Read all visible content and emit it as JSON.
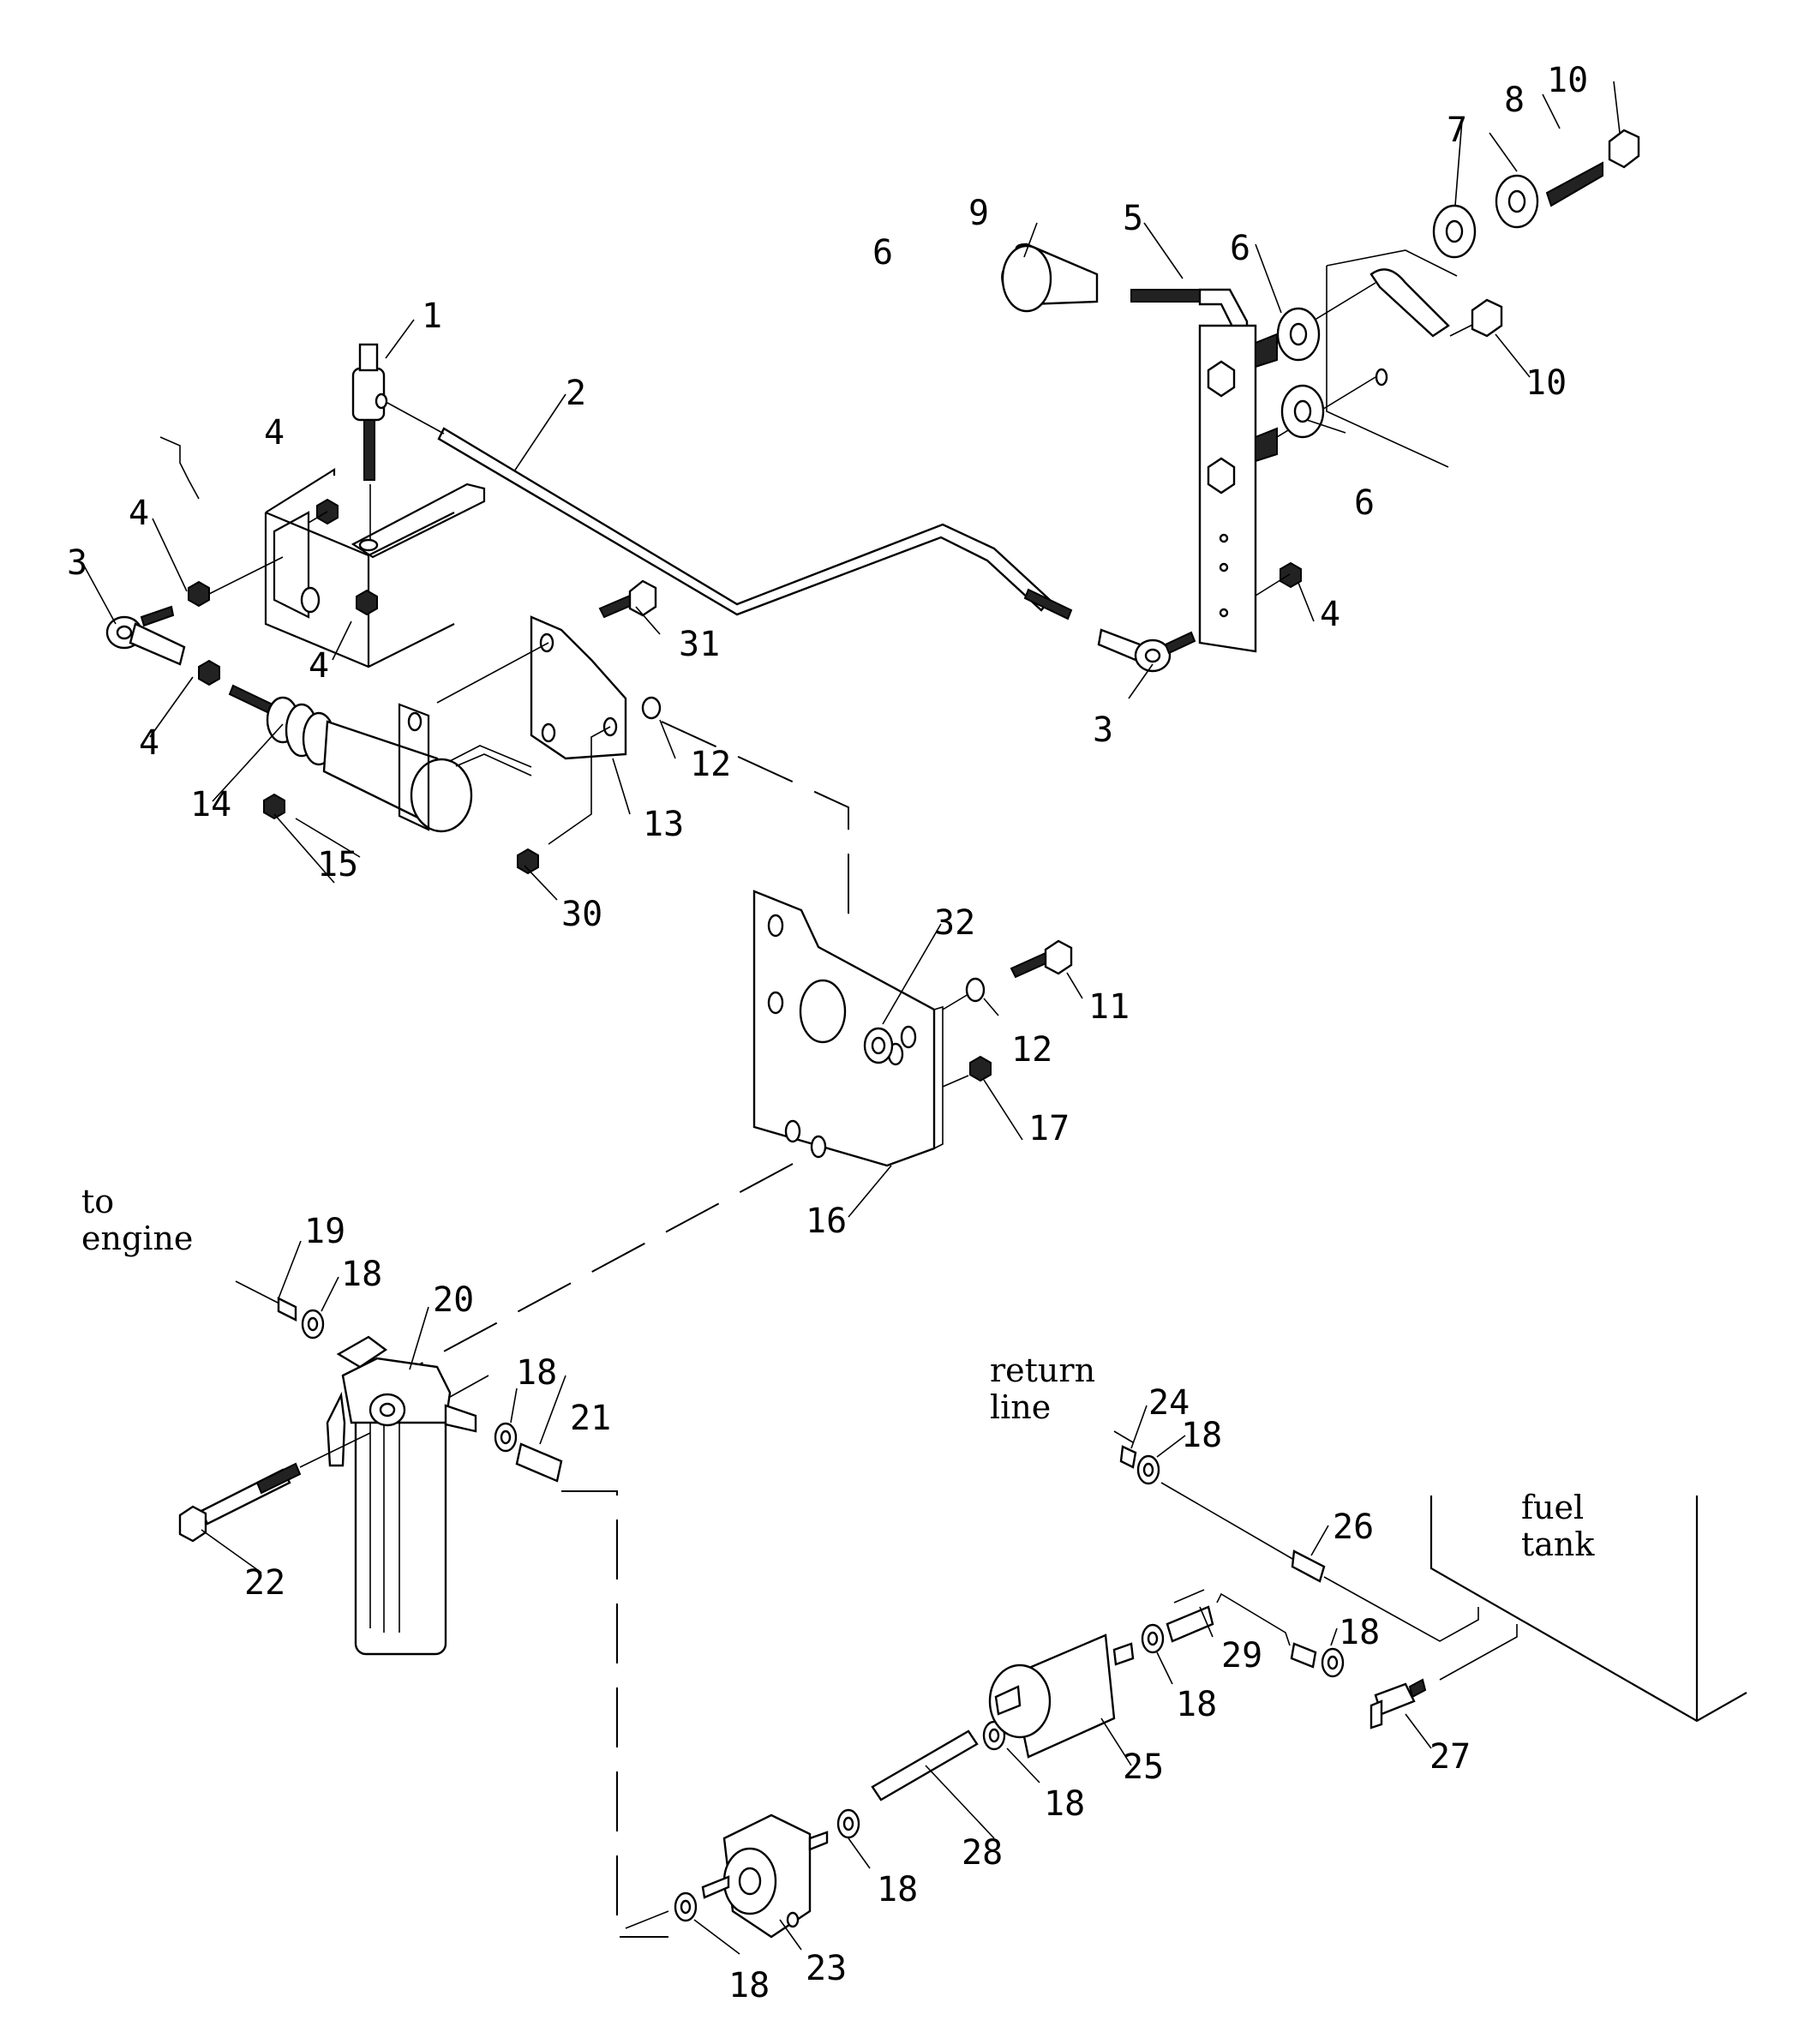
{
  "callouts": {
    "c1": "1",
    "c2": "2",
    "c3a": "3",
    "c3b": "3",
    "c4a": "4",
    "c4b": "4",
    "c4c": "4",
    "c4d": "4",
    "c4e": "4",
    "c5": "5",
    "c6a": "6",
    "c6b": "6",
    "c6c": "6",
    "c7": "7",
    "c8": "8",
    "c9": "9",
    "c10a": "10",
    "c10b": "10",
    "c11": "11",
    "c12a": "12",
    "c12b": "12",
    "c13": "13",
    "c14": "14",
    "c15": "15",
    "c16": "16",
    "c17": "17",
    "c18a": "18",
    "c18b": "18",
    "c18c": "18",
    "c18d": "18",
    "c18e": "18",
    "c18f": "18",
    "c18g": "18",
    "c18h": "18",
    "c19": "19",
    "c20": "20",
    "c21": "21",
    "c22": "22",
    "c23": "23",
    "c24": "24",
    "c25": "25",
    "c26": "26",
    "c27": "27",
    "c28": "28",
    "c29": "29",
    "c30": "30",
    "c31": "31",
    "c32": "32"
  },
  "labels": {
    "to_engine_1": "to",
    "to_engine_2": "engine",
    "return_line_1": "return",
    "return_line_2": "line",
    "fuel_tank_1": "fuel",
    "fuel_tank_2": "tank"
  }
}
